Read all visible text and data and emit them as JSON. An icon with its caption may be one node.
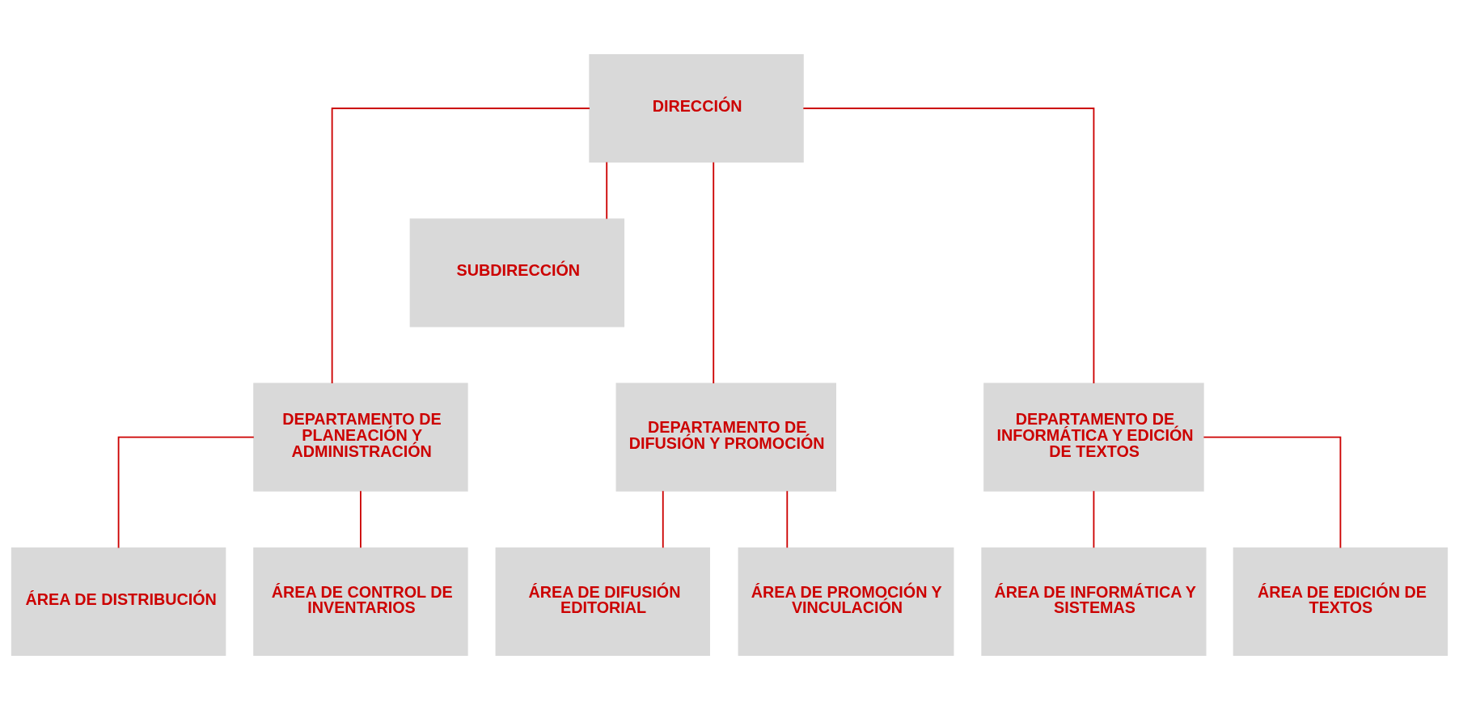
{
  "diagram": {
    "nodes": [
      {
        "text": [
          "DIRECCIÓN"
        ]
      },
      {
        "text": [
          "SUBDIRECCIÓN"
        ]
      },
      {
        "text": [
          "DEPARTAMENTO DE PLANEACIÓN Y ADMINISTRACIÓN"
        ]
      },
      {
        "text": [
          "DEPARTAMENTO DE DIFUSIÓN Y PROMOCIÓN"
        ]
      },
      {
        "text": [
          "DEPARTAMENTO DE INFORMÁTICA Y EDICIÓN DE TEXTOS"
        ]
      },
      {
        "text": [
          "ÁREA DE DISTRIBUCIÓN"
        ]
      },
      {
        "text": [
          "ÁREA DE CONTROL DE INVENTARIOS"
        ]
      },
      {
        "text": [
          "ÁREA DE DIFUSIÓN EDITORIAL"
        ]
      },
      {
        "text": [
          "ÁREA DE PROMOCIÓN Y VINCULACIÓN"
        ]
      },
      {
        "text": [
          "ÁREA DE INFORMÁTICA Y SISTEMAS"
        ]
      },
      {
        "text": [
          "ÁREA DE EDICIÓN DE TEXTOS"
        ]
      }
    ],
    "edges": [
      {
        "from": 0,
        "to": 1,
        "arrow": "none"
      },
      {
        "from": 0,
        "to": 2,
        "arrow": "none"
      },
      {
        "from": 0,
        "to": 3,
        "arrow": "none"
      },
      {
        "from": 0,
        "to": 4,
        "arrow": "none"
      },
      {
        "from": 2,
        "to": 5,
        "arrow": "none"
      },
      {
        "from": 2,
        "to": 6,
        "arrow": "none"
      },
      {
        "from": 3,
        "to": 7,
        "arrow": "none"
      },
      {
        "from": 3,
        "to": 8,
        "arrow": "none"
      },
      {
        "from": 4,
        "to": 9,
        "arrow": "none"
      },
      {
        "from": 4,
        "to": 10,
        "arrow": "none"
      }
    ]
  }
}
